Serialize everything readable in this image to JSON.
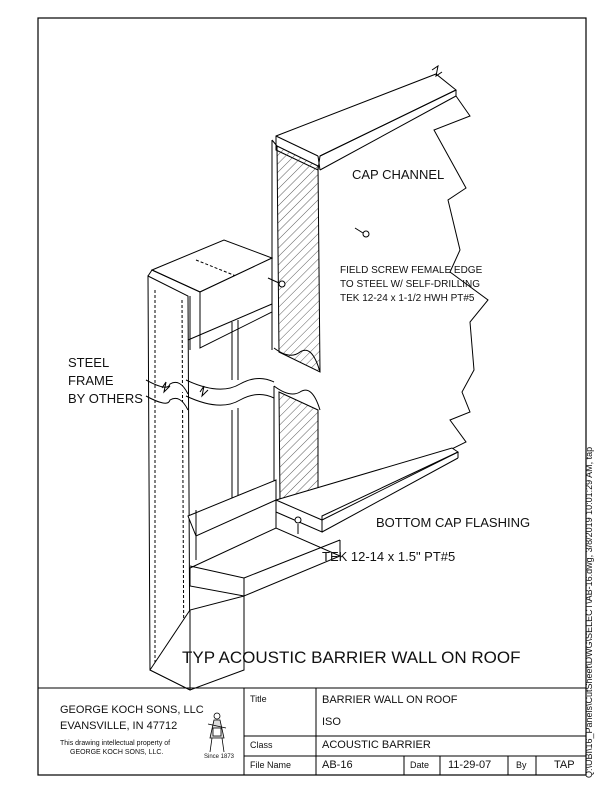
{
  "drawing": {
    "labels": {
      "cap_channel": "CAP CHANNEL",
      "field_screw": [
        "FIELD SCREW FEMALE EDGE",
        "TO STEEL W/ SELF-DRILLING",
        "TEK 12-24 x 1-1/2 HWH PT#5"
      ],
      "steel_frame": [
        "STEEL",
        "FRAME",
        "BY OTHERS"
      ],
      "bottom_cap": "BOTTOM CAP FLASHING",
      "tek_bottom": "TEK 12-14 x 1.5\"  PT#5"
    },
    "title": "TYP ACOUSTIC BARRIER WALL ON ROOF",
    "file_path": "Q:\\UBI\\16_Panels\\CutSheet\\DWG\\SELECT\\AB-16.dwg, 3/8/2019 10:01:29 AM, tap"
  },
  "title_block": {
    "company": "GEORGE KOCH SONS, LLC",
    "city": "EVANSVILLE, IN 47712",
    "property_note": [
      "This drawing intellectual property of",
      "GEORGE KOCH SONS, LLC."
    ],
    "logo_since": "Since 1873",
    "title_label": "Title",
    "title_value_1": "BARRIER WALL ON ROOF",
    "title_value_2": "ISO",
    "class_label": "Class",
    "class_value": "ACOUSTIC BARRIER",
    "file_label": "File Name",
    "file_value": "AB-16",
    "date_label": "Date",
    "date_value": "11-29-07",
    "by_label": "By",
    "by_value": "TAP"
  }
}
